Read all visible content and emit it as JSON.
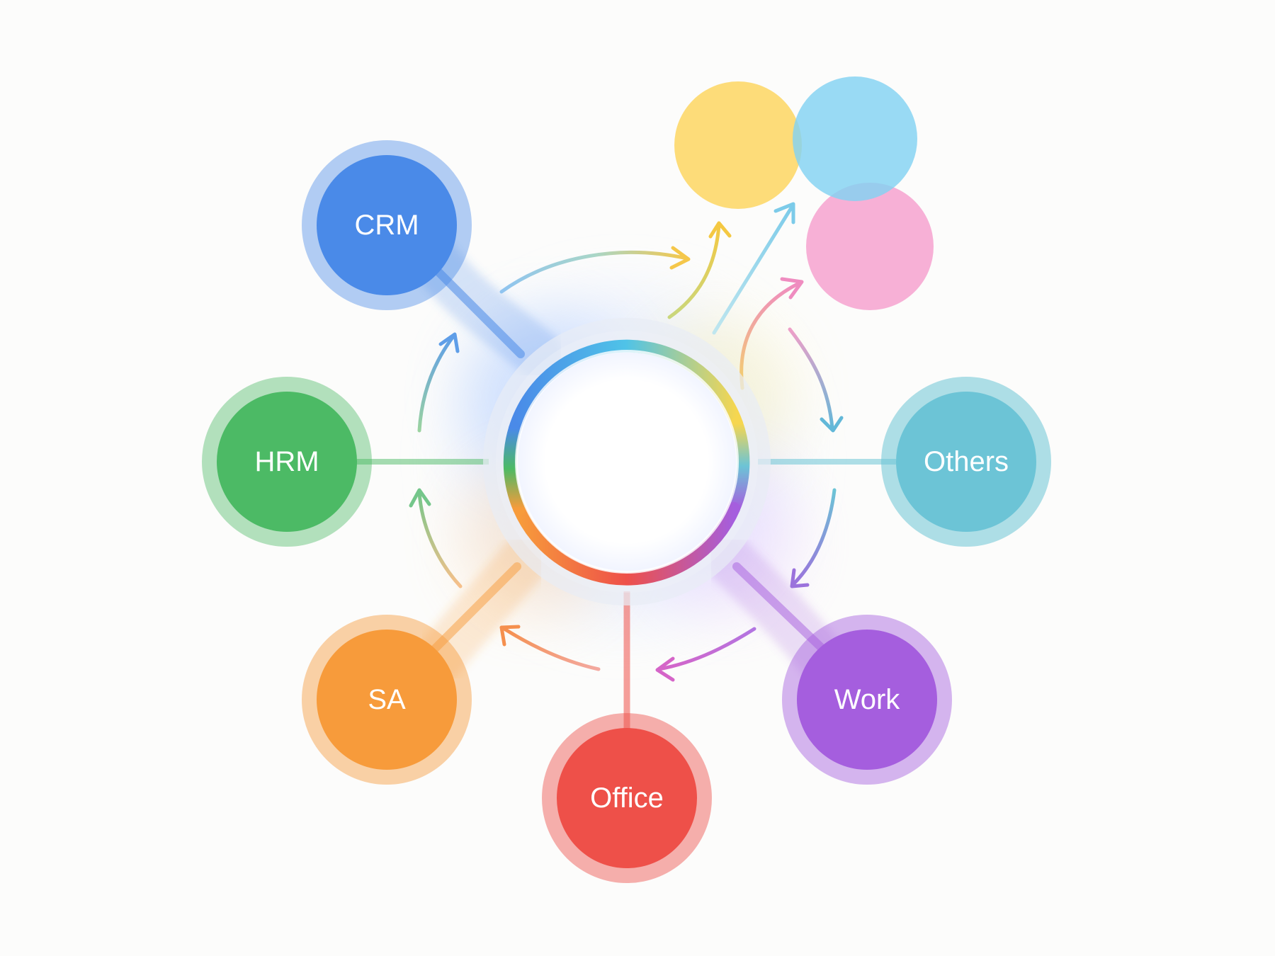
{
  "colors": {
    "crm": "#4a8ae8",
    "hrm": "#4cba65",
    "others": "#6cc4d6",
    "work": "#a55ede",
    "office": "#ee5049",
    "sa": "#f79b3b",
    "yellow": "#fdd767",
    "blue": "#82d2f2",
    "pink": "#f6a7d1"
  },
  "nodes": {
    "crm": {
      "label": "CRM",
      "icon": "circle-node"
    },
    "hrm": {
      "label": "HRM",
      "icon": "circle-node"
    },
    "others": {
      "label": "Others",
      "icon": "circle-node"
    },
    "work": {
      "label": "Work",
      "icon": "circle-node"
    },
    "office": {
      "label": "Office",
      "icon": "circle-node"
    },
    "sa": {
      "label": "SA",
      "icon": "circle-node"
    }
  }
}
